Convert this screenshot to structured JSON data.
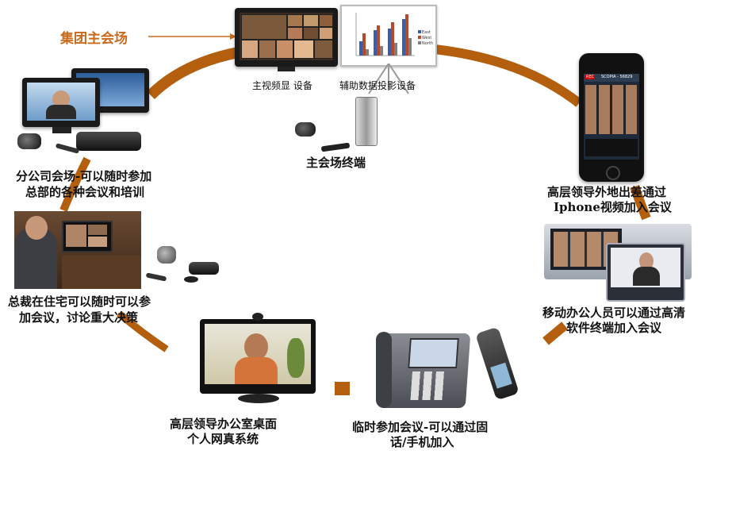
{
  "title": "集团主会场",
  "colors": {
    "arc": "#b35f0d",
    "title": "#c86a1b"
  },
  "captions": {
    "main_display": "主视频显 设备",
    "aux_display": "辅助数据投影设备",
    "main_terminal": "主会场终端",
    "branch_line1": "分公司会场-可以随时参加",
    "branch_line2": "总部的各种会议和培训",
    "ceo_line1": "总裁在住宅可以随时可以参",
    "ceo_line2": "加会议，讨论重大决策",
    "exec_desk_line1": "高层领导办公室桌面",
    "exec_desk_line2": "个人网真系统",
    "temp_line1": "临时参加会议-可以通过固",
    "temp_line2": "话/手机加入",
    "iphone_line1": "高层领导外地出差通过",
    "iphone_line2": "Iphone视频加入会议",
    "mobile_line1": "移动办公人员可以通过高清",
    "mobile_line2": "软件终端加入会议"
  },
  "chart_legend": [
    "East",
    "West",
    "North"
  ],
  "phone_app_title": "SCOPIA - 56829",
  "phone_badge": "REC"
}
